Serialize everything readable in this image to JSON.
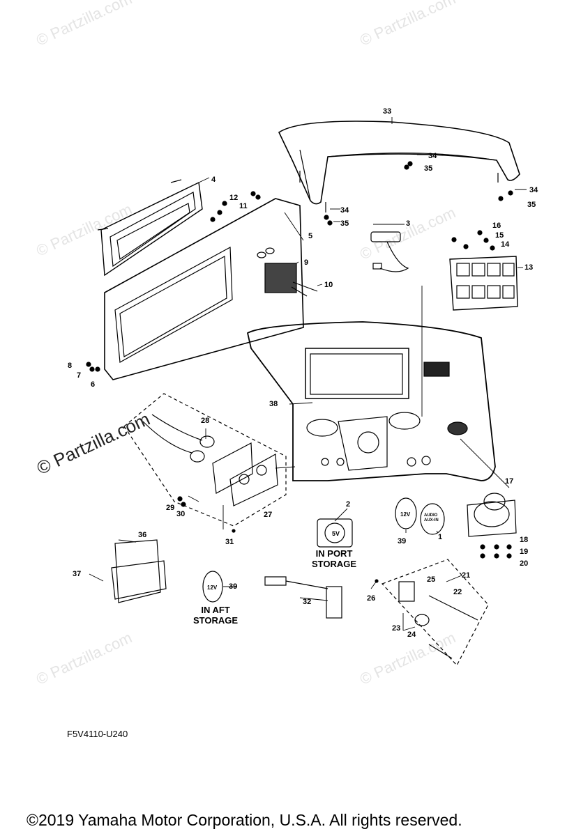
{
  "watermarks": [
    "© Partzilla.com",
    "© Partzilla.com",
    "© Partzilla.com",
    "© Partzilla.com",
    "© Partzilla.com",
    "© Partzilla.com",
    "© Partzilla.com"
  ],
  "callouts": {
    "c1": "1",
    "c2": "2",
    "c3": "3",
    "c4": "4",
    "c5": "5",
    "c6": "6",
    "c7": "7",
    "c8": "8",
    "c9": "9",
    "c10": "10",
    "c11": "11",
    "c12": "12",
    "c13": "13",
    "c14": "14",
    "c15": "15",
    "c16": "16",
    "c17": "17",
    "c18": "18",
    "c19": "19",
    "c20": "20",
    "c21": "21",
    "c22": "22",
    "c23": "23",
    "c24": "24",
    "c25": "25",
    "c26": "26",
    "c27": "27",
    "c28": "28",
    "c29": "29",
    "c30": "30",
    "c31": "31",
    "c32": "32",
    "c33": "33",
    "c34a": "34",
    "c35a": "35",
    "c34b": "34",
    "c35b": "35",
    "c34c": "34",
    "c35c": "35",
    "c36": "36",
    "c37": "37",
    "c38": "38",
    "c39a": "39",
    "c39b": "39"
  },
  "labels": {
    "port_storage": "IN PORT\nSTORAGE",
    "aft_storage": "IN AFT\nSTORAGE"
  },
  "part_text": {
    "usb": "5V",
    "socket12": "12V",
    "audio": "AUDIO\nAUX-IN",
    "socket12b": "12V"
  },
  "diagram_code": "F5V4110-U240",
  "copyright": "©2019  Yamaha Motor Corporation, U.S.A. All rights reserved."
}
